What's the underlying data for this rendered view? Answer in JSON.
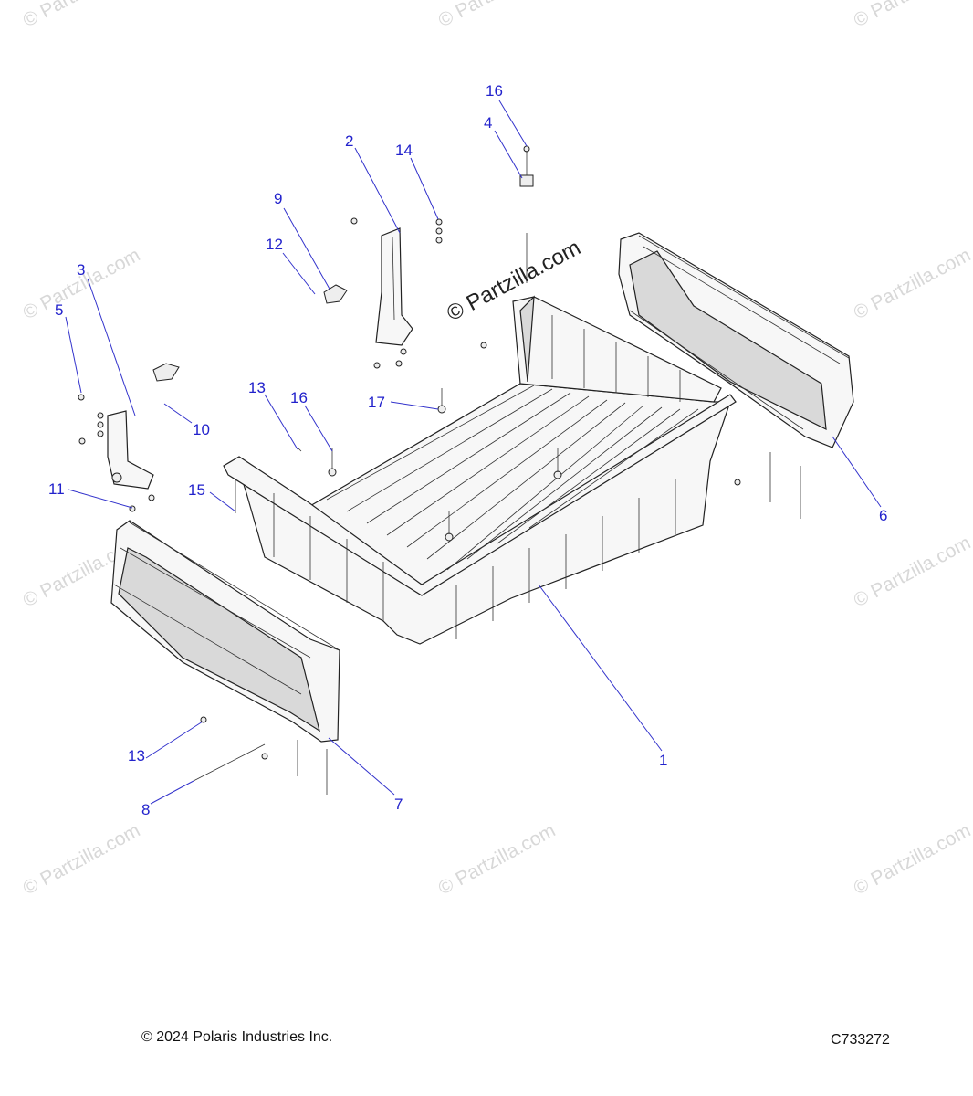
{
  "watermark": "© Partzilla.com",
  "callouts": [
    "16",
    "4",
    "2",
    "14",
    "9",
    "12",
    "3",
    "5",
    "10",
    "13",
    "16",
    "17",
    "11",
    "15",
    "6",
    "1",
    "13",
    "7",
    "8"
  ],
  "footer": {
    "copyright": "© 2024 Polaris Industries Inc.",
    "diagram_code": "C733272"
  },
  "colors": {
    "callout": "#2222cc",
    "line": "#222222",
    "watermark": "#d8d8d8"
  }
}
